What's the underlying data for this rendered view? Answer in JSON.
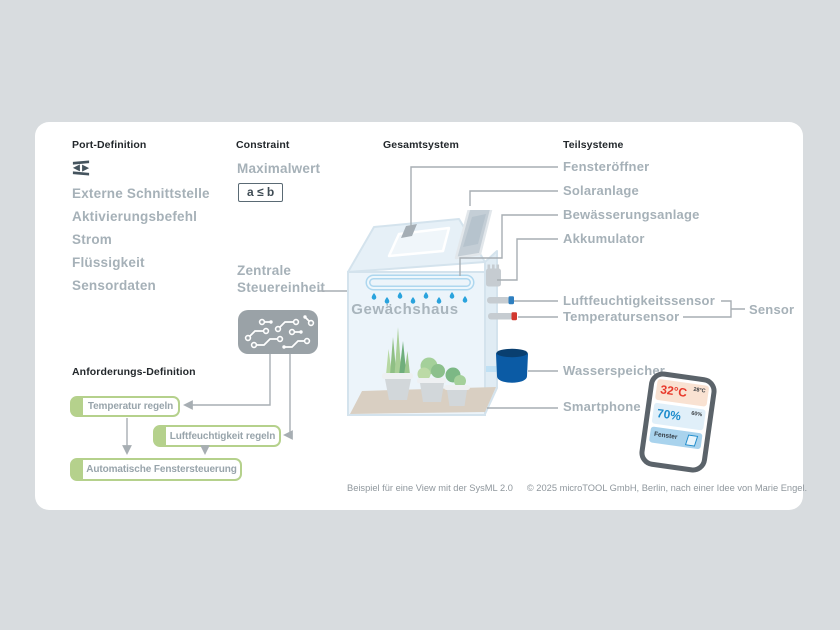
{
  "headings": {
    "port_definition": "Port-Definition",
    "constraint": "Constraint",
    "gesamtsystem": "Gesamtsystem",
    "teilsysteme": "Teilsysteme",
    "anforderungs_definition": "Anforderungs-Definition"
  },
  "port_items": [
    "Externe Schnittstelle",
    "Aktivierungsbefehl",
    "Strom",
    "Flüssigkeit",
    "Sensordaten"
  ],
  "constraint_block": {
    "name": "Maximalwert",
    "expression": "a ≤ b"
  },
  "central_unit": {
    "line1": "Zentrale",
    "line2": "Steuereinheit"
  },
  "requirements": [
    "Temperatur regeln",
    "Luftfeuchtigkeit regeln",
    "Automatische Fenstersteuerung"
  ],
  "greenhouse_label": "Gewächshaus",
  "subsystems": [
    "Fensteröffner",
    "Solaranlage",
    "Bewässerungsanlage",
    "Akkumulator",
    "Luftfeuchtigkeitssensor",
    "Temperatursensor",
    "Wasserspeicher",
    "Smartphone"
  ],
  "sensor_group_label": "Sensor",
  "smartphone_screen": {
    "temperature": "32°C",
    "temperature_small": "28°C",
    "humidity": "70%",
    "humidity_small": "60%",
    "window_label": "Fenster"
  },
  "footer": {
    "caption": "Beispiel für eine View mit der SysML 2.0",
    "copyright": "© 2025 microTOOL GmbH, Berlin, nach einer Idee von Marie Engel."
  },
  "colors": {
    "accent_green": "#b5d18c",
    "label_gray": "#a6b1b8",
    "line_gray": "#a7aeb3",
    "droplet_blue": "#2aa3dd",
    "barrel_blue": "#0b5ba5",
    "alert_red": "#e8392b",
    "info_blue": "#1e8ccc"
  }
}
